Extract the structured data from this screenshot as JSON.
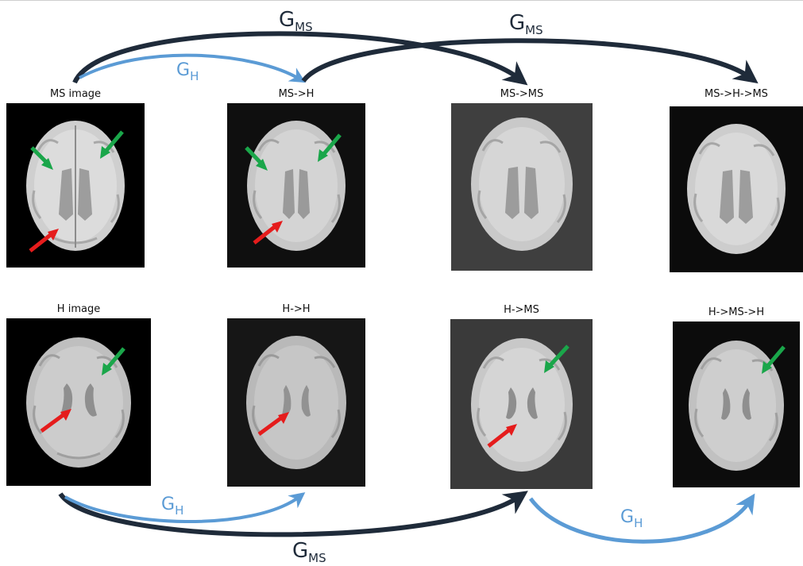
{
  "colors": {
    "generator_ms": "#1f2b3a",
    "generator_h": "#5b9bd5",
    "arrow_green": "#1aa64a",
    "arrow_red": "#e51c1c"
  },
  "generator_labels": {
    "g_ms_base": "G",
    "g_ms_sub": "MS",
    "g_h_base": "G",
    "g_h_sub": "H"
  },
  "panels": {
    "ms_image": "MS image",
    "ms_to_h": "MS->H",
    "ms_to_ms": "MS->MS",
    "ms_to_h_to_ms": "MS->H->MS",
    "h_image": "H image",
    "h_to_h": "H->H",
    "h_to_ms": "H->MS",
    "h_to_ms_to_h": "H->MS->H"
  }
}
